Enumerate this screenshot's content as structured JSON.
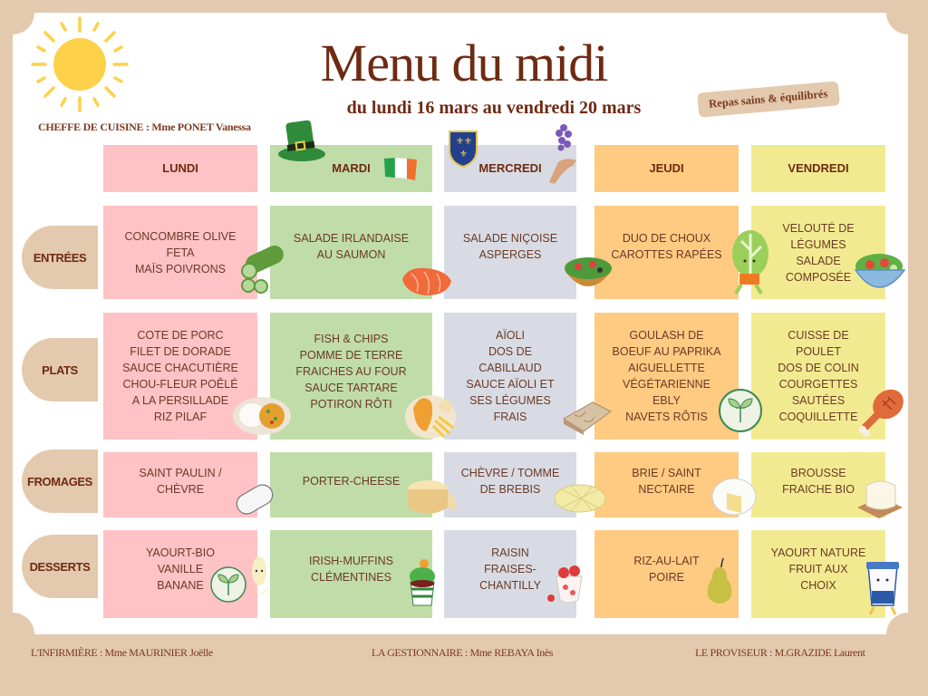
{
  "header": {
    "title": "Menu du midi",
    "subtitle": "du lundi 16 mars au vendredi 20 mars",
    "chef": "CHEFFE DE CUISINE : Mme PONET Vanessa",
    "badge": "Repas sains & équilibrés"
  },
  "days": [
    "LUNDI",
    "MARDI",
    "MERCREDI",
    "JEUDI",
    "VENDREDI"
  ],
  "day_colors": [
    "#ffc2c5",
    "#c0dca9",
    "#d8dbe3",
    "#ffca82",
    "#f2ea91"
  ],
  "categories": [
    "ENTRÉES",
    "PLATS",
    "FROMAGES",
    "DESSERTS"
  ],
  "menu": {
    "entrees": [
      "CONCOMBRE OLIVE\nFETA\nMAÏS POIVRONS",
      "SALADE IRLANDAISE\nAU SAUMON",
      "SALADE NIÇOISE\nASPERGES",
      "DUO DE CHOUX\nCAROTTES RAPÉES",
      "VELOUTÉ DE\nLÉGUMES\nSALADE\nCOMPOSÉE"
    ],
    "plats": [
      "COTE DE PORC\nFILET DE DORADE\nSAUCE CHACUTIÈRE\nCHOU-FLEUR POÊLÉ\nA LA PERSILLADE\nRIZ PILAF",
      "FISH & CHIPS\nPOMME DE TERRE\nFRAICHES AU FOUR\nSAUCE TARTARE\nPOTIRON RÔTI",
      "AÏOLI\nDOS DE\nCABILLAUD\nSAUCE AÏOLI ET\nSES LÉGUMES\nFRAIS",
      "GOULASH DE\nBOEUF AU PAPRIKA\nAIGUELLETTE\nVÉGÉTARIENNE\nEBLY\nNAVETS RÔTIS",
      "CUISSE DE\nPOULET\nDOS DE COLIN\nCOURGETTES\nSAUTÉES\nCOQUILLETTE"
    ],
    "fromages": [
      "SAINT PAULIN /\nCHÈVRE",
      "PORTER-CHEESE",
      "CHÈVRE / TOMME\nDE BREBIS",
      "BRIE / SAINT\nNECTAIRE",
      "BROUSSE\nFRAICHE BIO"
    ],
    "desserts": [
      "YAOURT-BIO\nVANILLE\nBANANE",
      "IRISH-MUFFINS\nCLÉMENTINES",
      "RAISIN\nFRAISES-\nCHANTILLY",
      "RIZ-AU-LAIT\nPOIRE",
      "YAOURT NATURE\nFRUIT AUX\nCHOIX"
    ]
  },
  "footer": {
    "nurse": "L'INFIRMIÈRE :  Mme MAURINIER Joëlle",
    "manager": "LA GESTIONNAIRE : Mme REBAYA Inès",
    "principal": "LE PROVISEUR : M.GRAZIDE Laurent"
  },
  "icons": [
    "sun-icon",
    "leprechaun-hat-icon",
    "irish-flag-icon",
    "provence-crest-icon",
    "lavender-icon",
    "cucumber-icon",
    "salmon-icon",
    "nicoise-salad-icon",
    "cabbage-character-icon",
    "salad-bowl-icon",
    "curry-rice-icon",
    "fish-and-chips-icon",
    "cod-fillet-icon",
    "vegetarian-icon",
    "chicken-leg-icon",
    "goat-cheese-log-icon",
    "cheese-wheel-icon",
    "tomme-cheese-icon",
    "brie-icon",
    "brousse-icon",
    "vegetarian-icon",
    "banana-icon",
    "muffin-icon",
    "strawberry-cream-icon",
    "pear-icon",
    "yogurt-character-icon"
  ]
}
